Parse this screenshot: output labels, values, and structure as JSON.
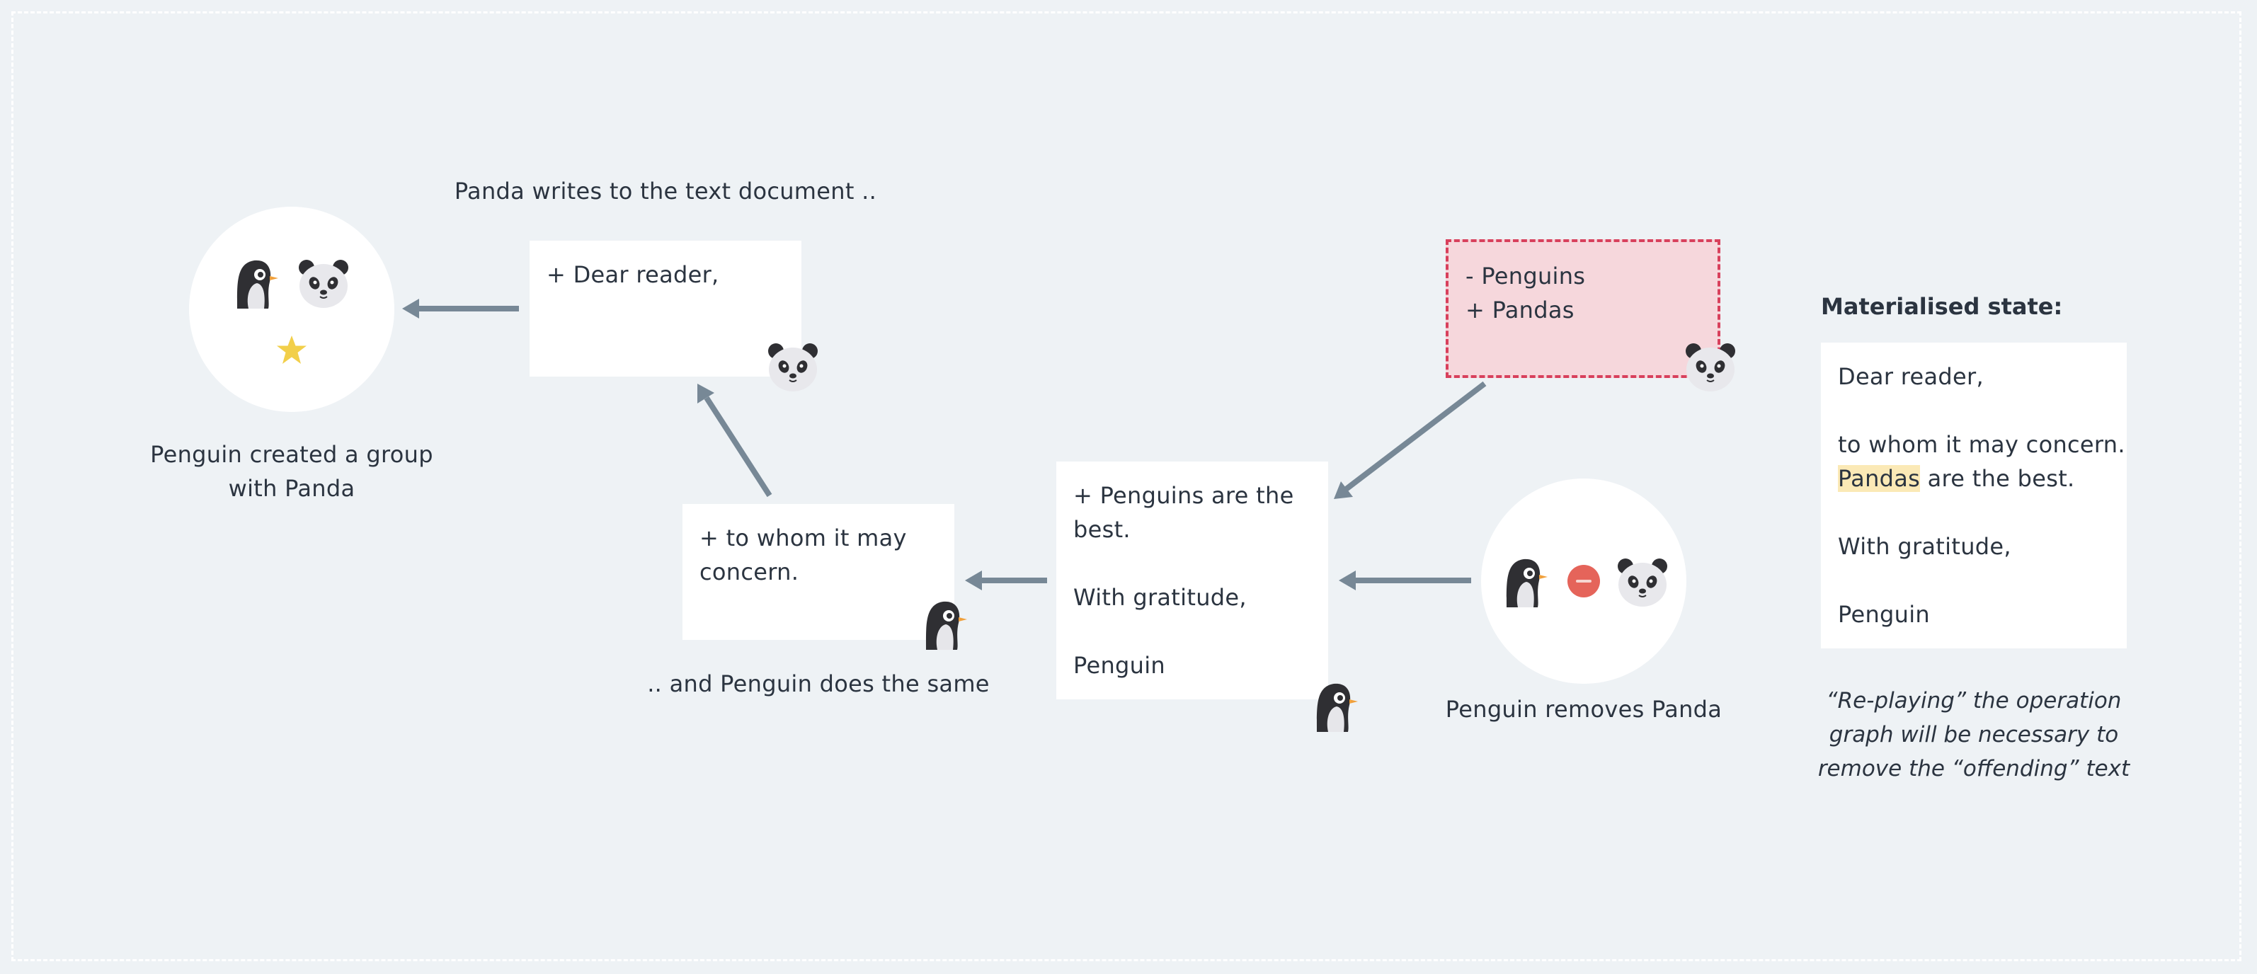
{
  "colors": {
    "background": "#eef2f5",
    "arrow": "#778896",
    "removed_fill": "#f6d7dc",
    "removed_border": "#d8405c",
    "star": "#f2cf4a",
    "remove_badge": "#e5645a",
    "highlight": "#fbe9b6"
  },
  "icons": [
    "penguin-icon",
    "panda-icon",
    "star-icon",
    "minus-badge-icon"
  ],
  "step_create": {
    "caption_line1": "Penguin created a group",
    "caption_line2": "with Panda"
  },
  "step_panda_write": {
    "caption": "Panda writes to the text document ..",
    "line1": "+ Dear reader,"
  },
  "step_penguin_write": {
    "caption": ".. and Penguin does the same",
    "line1": "+ to whom it may",
    "line2": "concern."
  },
  "step_penguin_more": {
    "line1": "+ Penguins are the",
    "line2": "best.",
    "line3": "",
    "line4": "With gratitude,",
    "line5": "",
    "line6": "Penguin"
  },
  "step_remove": {
    "caption": "Penguin removes Panda"
  },
  "step_offending": {
    "line1": "- Penguins",
    "line2": "+ Pandas"
  },
  "materialised": {
    "heading": "Materialised state:",
    "line1": "Dear reader,",
    "line2": "",
    "line3": "to whom it may concern.",
    "line4_highlight": "Pandas",
    "line4_rest": " are the best.",
    "line5": "",
    "line6": "With gratitude,",
    "line7": "",
    "line8": "Penguin"
  },
  "note": {
    "line1": "“Re-playing” the operation",
    "line2": "graph will be necessary to",
    "line3": "remove the “offending” text"
  }
}
